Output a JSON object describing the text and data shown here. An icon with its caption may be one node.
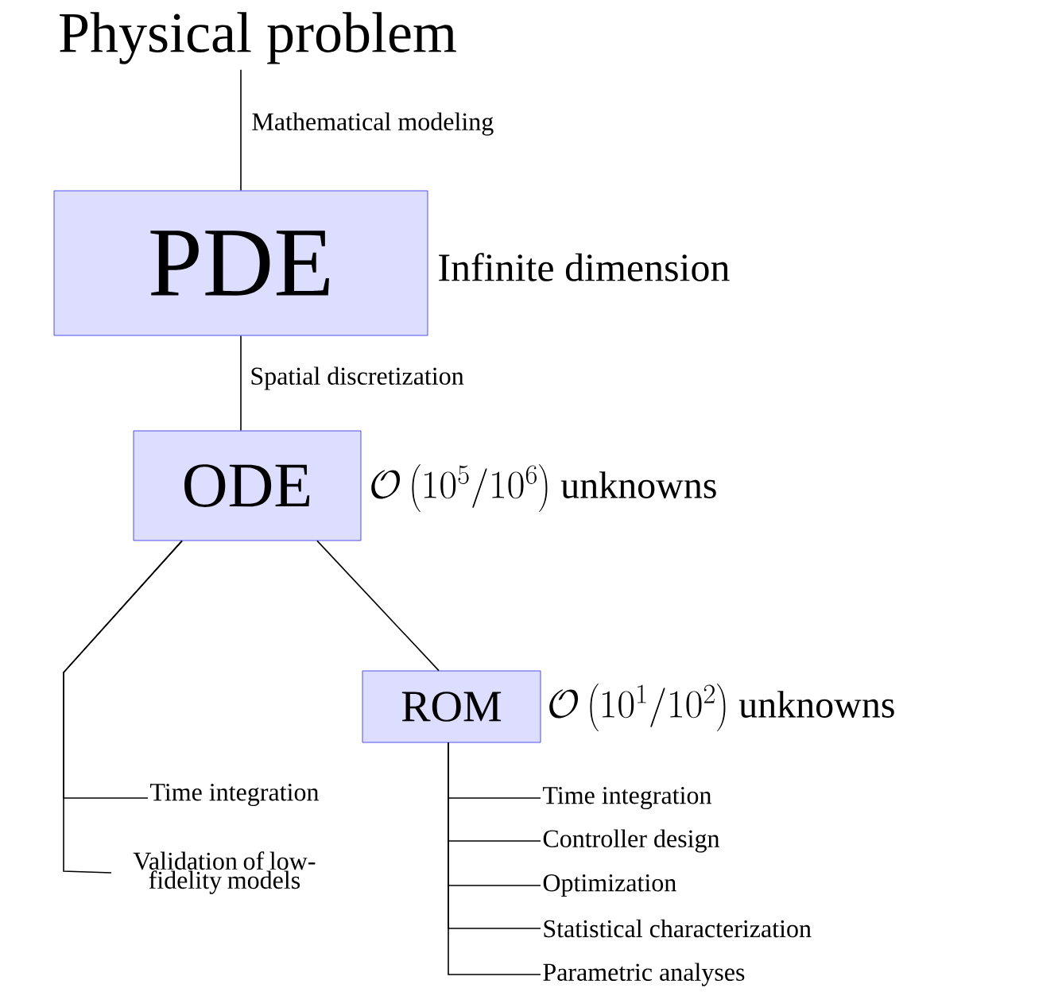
{
  "diagram": {
    "nodes": [
      {
        "text": [
          "Physical problem"
        ]
      },
      {
        "text": [
          "PDE"
        ],
        "beside": [
          "Infinite dimension"
        ]
      },
      {
        "text": [
          "ODE"
        ],
        "beside": [
          "\\mathcal{O}\\left(10^5/10^6\\right)",
          "unknowns"
        ]
      },
      {
        "text": [
          "ROM"
        ],
        "beside": [
          "\\mathcal{O}\\left(10^1/10^2\\right)",
          "unknowns"
        ]
      },
      {
        "text": [
          "Time integration"
        ]
      },
      {
        "text": [
          "Validation of low-fidelity models"
        ]
      },
      {
        "text": [
          "Time integration"
        ]
      },
      {
        "text": [
          "Controller design"
        ]
      },
      {
        "text": [
          "Optimization"
        ]
      },
      {
        "text": [
          "Statistical characterization"
        ]
      },
      {
        "text": [
          "Parametric analyses"
        ]
      }
    ],
    "edges": [
      {
        "from": 0,
        "to": 1,
        "arrow": "none",
        "label": "Mathematical modeling"
      },
      {
        "from": 1,
        "to": 2,
        "arrow": "none",
        "label": "Spatial discretization"
      },
      {
        "from": 2,
        "to": 3,
        "arrow": "none"
      },
      {
        "from": 2,
        "to": 4,
        "arrow": "none"
      },
      {
        "from": 2,
        "to": 5,
        "arrow": "none"
      },
      {
        "from": 3,
        "to": 6,
        "arrow": "none"
      },
      {
        "from": 3,
        "to": 7,
        "arrow": "none"
      },
      {
        "from": 3,
        "to": 8,
        "arrow": "none"
      },
      {
        "from": 3,
        "to": 9,
        "arrow": "none"
      },
      {
        "from": 3,
        "to": 10,
        "arrow": "none"
      }
    ]
  }
}
